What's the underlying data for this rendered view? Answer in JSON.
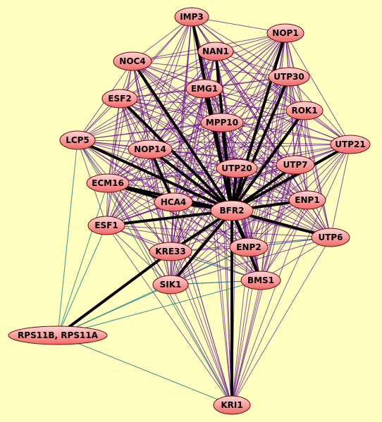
{
  "colors": {
    "background": "#ffffc0",
    "node_fill_light": "#ffd7d7",
    "node_fill_dark": "#f06a6a",
    "node_stroke": "#7a0000",
    "edge_purple": "#6a0f8f",
    "edge_teal": "#1f8a8a",
    "edge_strong": "#000000"
  },
  "nodes": [
    {
      "id": "IMP3",
      "label": "IMP3"
    },
    {
      "id": "NOP1",
      "label": "NOP1"
    },
    {
      "id": "NAN1",
      "label": "NAN1"
    },
    {
      "id": "NOC4",
      "label": "NOC4"
    },
    {
      "id": "UTP30",
      "label": "UTP30"
    },
    {
      "id": "EMG1",
      "label": "EMG1"
    },
    {
      "id": "ESF2",
      "label": "ESF2"
    },
    {
      "id": "ROK1",
      "label": "ROK1"
    },
    {
      "id": "MPP10",
      "label": "MPP10"
    },
    {
      "id": "LCP5",
      "label": "LCP5"
    },
    {
      "id": "UTP21",
      "label": "UTP21"
    },
    {
      "id": "NOP14",
      "label": "NOP14"
    },
    {
      "id": "UTP7",
      "label": "UTP7"
    },
    {
      "id": "UTP20",
      "label": "UTP20"
    },
    {
      "id": "ECM16",
      "label": "ECM16"
    },
    {
      "id": "ENP1",
      "label": "ENP1"
    },
    {
      "id": "HCA4",
      "label": "HCA4"
    },
    {
      "id": "BFR2",
      "label": "BFR2"
    },
    {
      "id": "ESF1",
      "label": "ESF1"
    },
    {
      "id": "UTP6",
      "label": "UTP6"
    },
    {
      "id": "ENP2",
      "label": "ENP2"
    },
    {
      "id": "KRE33",
      "label": "KRE33"
    },
    {
      "id": "BMS1",
      "label": "BMS1"
    },
    {
      "id": "SIK1",
      "label": "SIK1"
    },
    {
      "id": "RPS11",
      "label": "RPS11B, RPS11A"
    },
    {
      "id": "KRI1",
      "label": "KRI1"
    }
  ],
  "strong_edges": [
    [
      "BFR2",
      "NOC4"
    ],
    [
      "BFR2",
      "ESF2"
    ],
    [
      "BFR2",
      "NAN1"
    ],
    [
      "BFR2",
      "IMP3"
    ],
    [
      "BFR2",
      "EMG1"
    ],
    [
      "BFR2",
      "MPP10"
    ],
    [
      "BFR2",
      "NOP1"
    ],
    [
      "BFR2",
      "UTP30"
    ],
    [
      "BFR2",
      "ROK1"
    ],
    [
      "BFR2",
      "UTP21"
    ],
    [
      "BFR2",
      "UTP7"
    ],
    [
      "BFR2",
      "UTP20"
    ],
    [
      "BFR2",
      "ENP1"
    ],
    [
      "BFR2",
      "UTP6"
    ],
    [
      "BFR2",
      "ENP2"
    ],
    [
      "BFR2",
      "BMS1"
    ],
    [
      "BFR2",
      "KRI1"
    ],
    [
      "BFR2",
      "SIK1"
    ],
    [
      "BFR2",
      "KRE33"
    ],
    [
      "BFR2",
      "ESF1"
    ],
    [
      "BFR2",
      "HCA4"
    ],
    [
      "BFR2",
      "ECM16"
    ],
    [
      "BFR2",
      "NOP14"
    ],
    [
      "BFR2",
      "LCP5"
    ],
    [
      "KRE33",
      "RPS11"
    ],
    [
      "ECM16",
      "HCA4"
    ],
    [
      "NOP14",
      "HCA4"
    ]
  ],
  "teal_edges": [
    [
      "RPS11",
      "LCP5"
    ],
    [
      "RPS11",
      "ECM16"
    ],
    [
      "RPS11",
      "ESF1"
    ],
    [
      "RPS11",
      "SIK1"
    ],
    [
      "RPS11",
      "BMS1"
    ],
    [
      "RPS11",
      "ENP2"
    ],
    [
      "RPS11",
      "KRI1"
    ],
    [
      "LCP5",
      "KRI1"
    ],
    [
      "SIK1",
      "BMS1"
    ],
    [
      "ENP2",
      "BMS1"
    ],
    [
      "UTP6",
      "ENP2"
    ],
    [
      "KRE33",
      "BMS1"
    ]
  ]
}
